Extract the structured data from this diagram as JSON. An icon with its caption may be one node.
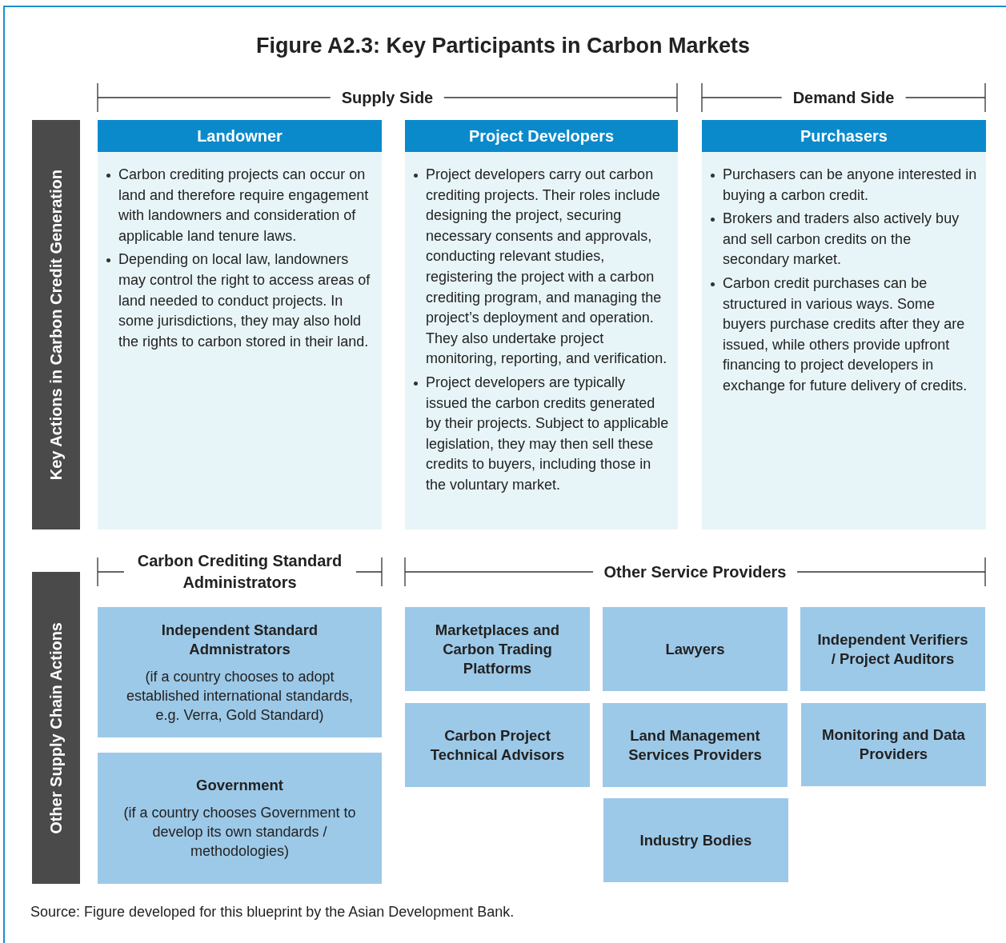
{
  "diagram": {
    "title": "Figure A2.3: Key Participants in Carbon Markets",
    "caption": "Source: Figure developed for this blueprint by the Asian Development Bank.",
    "nodes": [
      {
        "text": [
          "Key Actions in Carbon Credit Generation"
        ]
      },
      {
        "text": [
          "Landowner",
          "Carbon crediting projects can occur on land and therefore require engagement with landowners and consideration of applicable land tenure laws.",
          "Depending on local law, landowners may control the right to access areas of land needed to conduct projects. In some jurisdictions, they may also hold the rights to carbon stored in their land."
        ]
      },
      {
        "text": [
          "Project Developers",
          "Project developers carry out carbon crediting projects. Their roles include designing the project, securing necessary consents and approvals, conducting relevant studies, registering the project with a carbon crediting program, and managing the project’s deployment and operation. They also undertake project monitoring, reporting, and verification.",
          "Project developers are typically issued the carbon credits generated by their projects. Subject to applicable legislation, they may then sell these credits to buyers, including those in the voluntary market."
        ]
      },
      {
        "text": [
          "Purchasers",
          "Purchasers can be anyone interested in buying a carbon credit.",
          "Brokers and traders also actively buy and sell carbon credits on the secondary market.",
          "Carbon credit purchases can be structured in various ways. Some buyers purchase credits after they are issued, while others provide upfront financing to project developers in exchange for future delivery of credits."
        ]
      },
      {
        "text": [
          "Other Supply Chain Actions"
        ]
      },
      {
        "text": [
          "Independent Standard Admnistrators",
          "(if a country chooses to adopt established international standards, e.g. Verra, Gold Standard)"
        ]
      },
      {
        "text": [
          "Government",
          "(if a country chooses Government to develop its own standards / methodologies)"
        ]
      },
      {
        "text": [
          "Marketplaces and Carbon Trading Platforms"
        ]
      },
      {
        "text": [
          "Lawyers"
        ]
      },
      {
        "text": [
          "Independent Verifiers / Project Auditors"
        ]
      },
      {
        "text": [
          "Carbon Project Technical Advisors"
        ]
      },
      {
        "text": [
          "Land Management Services Providers"
        ]
      },
      {
        "text": [
          "Monitoring and Data Providers"
        ]
      },
      {
        "text": [
          "Industry Bodies"
        ]
      }
    ],
    "labels": [
      "Supply Side",
      "Demand Side",
      "Carbon Crediting Standard Administrators",
      "Other Service Providers"
    ]
  }
}
